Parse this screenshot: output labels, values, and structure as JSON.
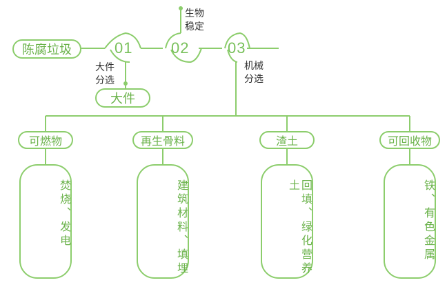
{
  "colors": {
    "accent": "#8ccd6c",
    "text_green": "#6ab24a",
    "text_dark": "#333333"
  },
  "root_label": "陈腐垃圾",
  "steps": [
    {
      "num": "01",
      "note": [
        "大件",
        "分选"
      ]
    },
    {
      "num": "02",
      "note": [
        "生物",
        "稳定"
      ]
    },
    {
      "num": "03",
      "note": [
        "机械",
        "分选"
      ]
    }
  ],
  "bulky_label": "大件",
  "categories": [
    {
      "label": "可燃物",
      "use": "焚烧、发电"
    },
    {
      "label": "再生骨料",
      "use": "建筑材料、填埋"
    },
    {
      "label": "渣土",
      "use": "回填、绿化营养土"
    },
    {
      "label": "可回收物",
      "use": "铁、有色金属"
    }
  ]
}
